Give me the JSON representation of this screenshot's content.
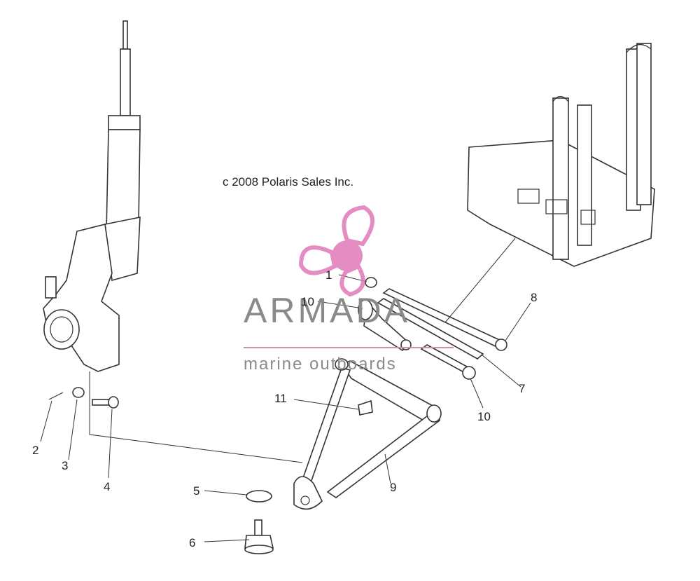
{
  "copyright": "c 2008 Polaris Sales Inc.",
  "watermark": {
    "title": "ARMADA",
    "subtitle": "marine outboards",
    "color": "#e07ab8",
    "text_color": "#8a8a8a"
  },
  "callouts": [
    "1",
    "2",
    "3",
    "4",
    "5",
    "6",
    "7",
    "8",
    "9",
    "10",
    "10",
    "11"
  ],
  "icons": [
    "propeller-logo-icon"
  ]
}
